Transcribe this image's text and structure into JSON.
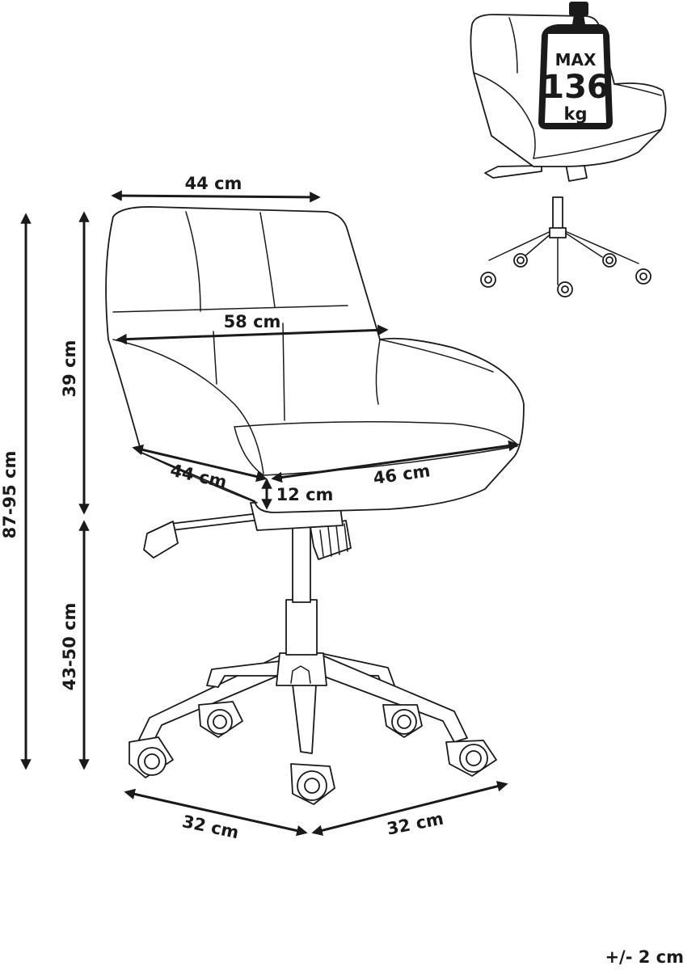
{
  "dimensions": {
    "top_width": "44 cm",
    "arm_width": "58 cm",
    "back_height": "39 cm",
    "total_height": "87-95 cm",
    "seat_height": "43-50 cm",
    "seat_depth": "44 cm",
    "seat_width": "46 cm",
    "seat_thickness": "12 cm",
    "base_left": "32 cm",
    "base_right": "32 cm"
  },
  "max_load": {
    "line1": "MAX",
    "line2": "136",
    "line3": "kg"
  },
  "tolerance": "+/- 2 cm",
  "colors": {
    "ink": "#1a1a1a",
    "background": "#ffffff"
  }
}
